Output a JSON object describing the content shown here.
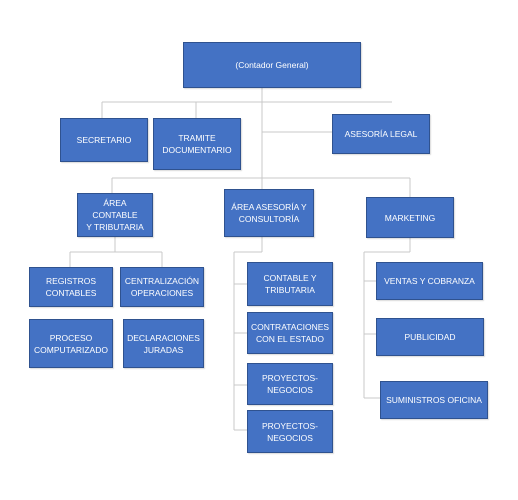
{
  "colors": {
    "box_fill": "#4472c4",
    "box_border": "#2f528f",
    "text": "#ffffff",
    "connector": "#c8c8c8"
  },
  "nodes": {
    "root": "(Contador General)",
    "secretario": "SECRETARIO",
    "tramite": "TRAMITE\nDOCUMENTARIO",
    "asesoria_legal": "ASESORÍA LEGAL",
    "area_contable": "ÁREA CONTABLE\nY TRIBUTARIA",
    "area_asesoria": "ÁREA ASESORÍA Y\nCONSULTORÍA",
    "marketing": "MARKETING",
    "registros": "REGISTROS\nCONTABLES",
    "centralizacion": "CENTRALIZACIÓN\nOPERACIONES",
    "proceso": "PROCESO\nCOMPUTARIZADO",
    "declaraciones": "DECLARACIONES\nJURADAS",
    "contable_tributaria": "CONTABLE Y\nTRIBUTARIA",
    "contrataciones": "CONTRATACIONES\nCON EL ESTADO",
    "proyectos_1": "PROYECTOS-\nNEGOCIOS",
    "proyectos_2": "PROYECTOS-\nNEGOCIOS",
    "ventas": "VENTAS Y COBRANZA",
    "publicidad": "PUBLICIDAD",
    "suministros": "SUMINISTROS OFICINA"
  }
}
